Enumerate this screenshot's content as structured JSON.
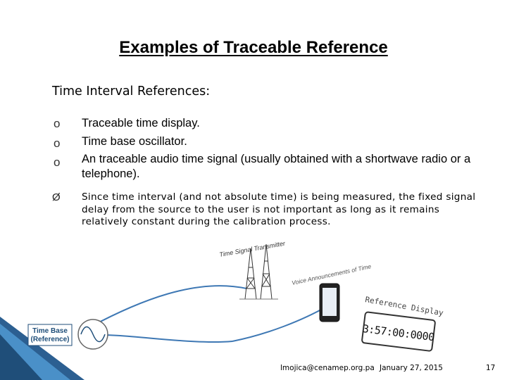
{
  "slide": {
    "title": "Examples of Traceable Reference",
    "subhead": "Time Interval References:",
    "items": [
      {
        "marker": "o",
        "text": "Traceable time display."
      },
      {
        "marker": "o",
        "text": "Time base oscillator."
      },
      {
        "marker": "o",
        "text": " An traceable audio time signal (usually obtained with a shortwave radio or a telephone)."
      }
    ],
    "note": {
      "marker": "Ø",
      "text": "Since time interval (and not absolute time) is being measured, the fixed signal delay from the source to the user is not important as long as it remains relatively constant during the calibration process."
    }
  },
  "diagram": {
    "transmitter_label": "Time Signal Transmitter",
    "voice_label": "Voice Announcements of Time",
    "reference_display_label": "Reference Display",
    "display_reading": "3:57:00:0000",
    "time_base_label_line1": "Time Base",
    "time_base_label_line2": "(Reference)"
  },
  "footer": {
    "email": "lmojica@cenamep.org.pa",
    "date": "January 27, 2015",
    "page": "17"
  },
  "colors": {
    "accent_blue": "#4a90c8",
    "dark_blue": "#1f4e79"
  }
}
